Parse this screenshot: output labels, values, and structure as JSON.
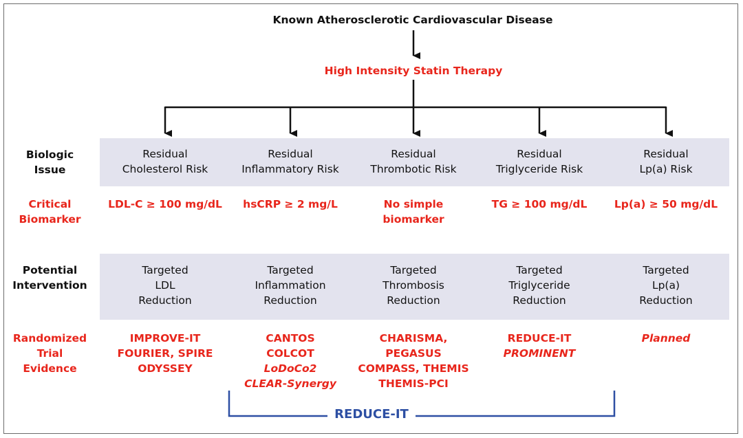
{
  "top": {
    "title": "Known Atherosclerotic Cardiovascular Disease",
    "therapy": "High Intensity Statin Therapy"
  },
  "row_labels": {
    "biologic": [
      "Biologic",
      "Issue"
    ],
    "biomarker": [
      "Critical",
      "Biomarker"
    ],
    "intervention": [
      "Potential",
      "Intervention"
    ],
    "evidence": [
      "Randomized",
      "Trial",
      "Evidence"
    ]
  },
  "columns": [
    {
      "issue": [
        "Residual",
        "Cholesterol Risk"
      ],
      "biomarker": [
        "LDL-C ≥ 100 mg/dL"
      ],
      "intervention": [
        "Targeted",
        "LDL",
        "Reduction"
      ],
      "evidence": [
        {
          "text": "IMPROVE-IT",
          "italic": false
        },
        {
          "text": "FOURIER, SPIRE",
          "italic": false
        },
        {
          "text": "ODYSSEY",
          "italic": false
        }
      ]
    },
    {
      "issue": [
        "Residual",
        "Inflammatory Risk"
      ],
      "biomarker": [
        "hsCRP ≥ 2 mg/L"
      ],
      "intervention": [
        "Targeted",
        "Inflammation",
        "Reduction"
      ],
      "evidence": [
        {
          "text": "CANTOS",
          "italic": false
        },
        {
          "text": "COLCOT",
          "italic": false
        },
        {
          "text": "LoDoCo2",
          "italic": true
        },
        {
          "text": "CLEAR-Synergy",
          "italic": true
        }
      ]
    },
    {
      "issue": [
        "Residual",
        "Thrombotic Risk"
      ],
      "biomarker": [
        "No simple",
        "biomarker"
      ],
      "intervention": [
        "Targeted",
        "Thrombosis",
        "Reduction"
      ],
      "evidence": [
        {
          "text": "CHARISMA, PEGASUS",
          "italic": false
        },
        {
          "text": "COMPASS, THEMIS",
          "italic": false
        },
        {
          "text": "THEMIS-PCI",
          "italic": false
        }
      ]
    },
    {
      "issue": [
        "Residual",
        "Triglyceride Risk"
      ],
      "biomarker": [
        "TG ≥ 100 mg/dL"
      ],
      "intervention": [
        "Targeted",
        "Triglyceride",
        "Reduction"
      ],
      "evidence": [
        {
          "text": "REDUCE-IT",
          "italic": false
        },
        {
          "text": "PROMINENT",
          "italic": true
        }
      ]
    },
    {
      "issue": [
        "Residual",
        "Lp(a) Risk"
      ],
      "biomarker": [
        "Lp(a) ≥ 50 mg/dL"
      ],
      "intervention": [
        "Targeted",
        "Lp(a)",
        "Reduction"
      ],
      "evidence": [
        {
          "text": "Planned",
          "italic": true
        }
      ]
    }
  ],
  "bracket_label": "REDUCE-IT",
  "colors": {
    "text": "#111111",
    "accent_red": "#e8261c",
    "band": "#e3e3ee",
    "bracket_blue": "#2d4fa3"
  }
}
